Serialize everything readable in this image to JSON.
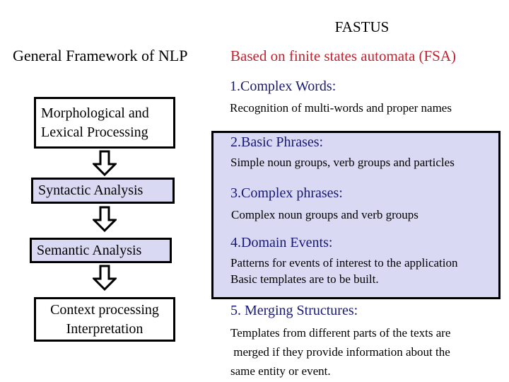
{
  "title": "FASTUS",
  "columns": {
    "left_heading": "General Framework of NLP",
    "right_heading": "Based on finite states automata (FSA)"
  },
  "pipeline": [
    {
      "line1": "Morphological and",
      "line2": "Lexical Processing"
    },
    {
      "line1": "Syntactic Analysis"
    },
    {
      "line1": "Semantic Analysis"
    },
    {
      "line1": "Context processing",
      "line2": "Interpretation"
    }
  ],
  "steps": [
    {
      "heading": "1.Complex Words:",
      "lines": [
        "Recognition of multi-words and proper names"
      ]
    },
    {
      "heading": "2.Basic Phrases:",
      "lines": [
        "Simple noun groups, verb groups and particles"
      ]
    },
    {
      "heading": "3.Complex phrases:",
      "lines": [
        "Complex noun groups and verb groups"
      ]
    },
    {
      "heading": "4.Domain Events:",
      "lines": [
        "Patterns for events of interest to the application",
        "Basic templates are to be built."
      ]
    },
    {
      "heading": "5. Merging Structures:",
      "lines": [
        "Templates from different parts of the texts are",
        " merged if they provide information about the",
        "same entity or event."
      ]
    }
  ],
  "icons": {
    "flow_arrow": "hollow-down-block-arrow"
  },
  "colors": {
    "background": "#ffffff",
    "body_text": "#000000",
    "right_heading_red": "#bf2330",
    "step_heading_navy": "#181875",
    "box_fill_lavender": "#d9d9f3",
    "box_border": "#000000"
  }
}
